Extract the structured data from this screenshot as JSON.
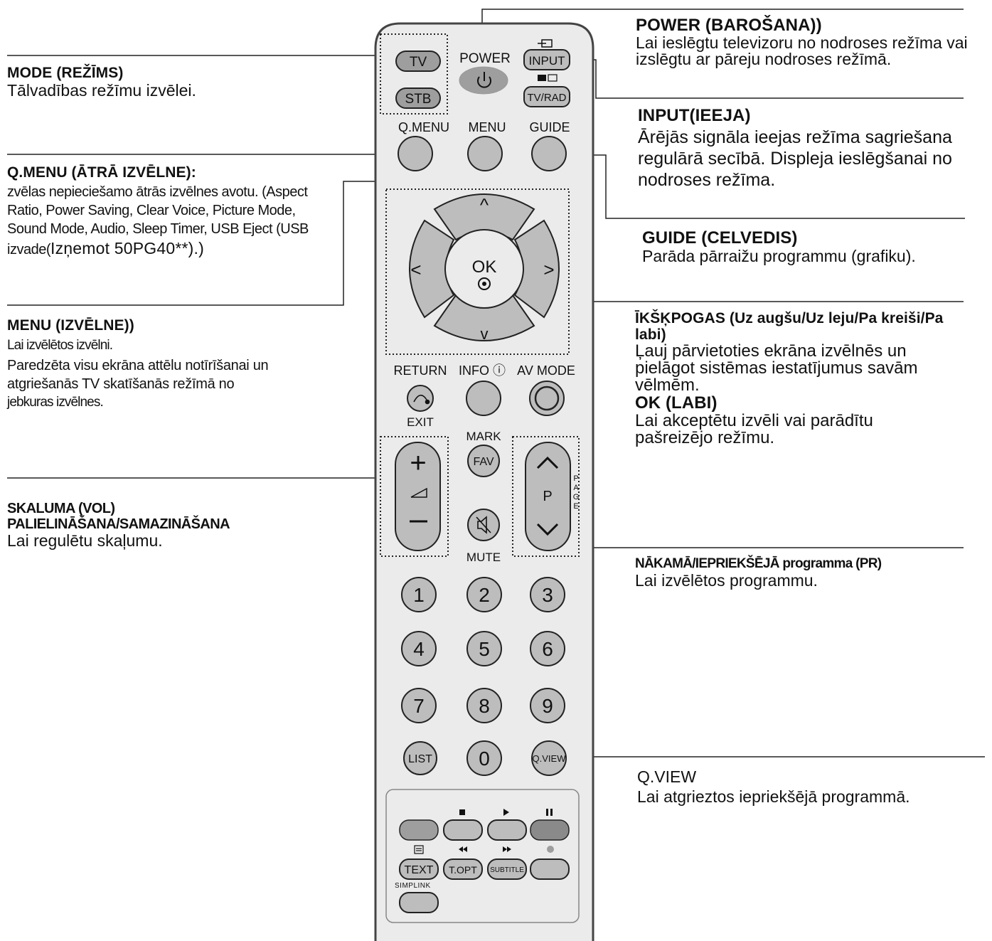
{
  "callouts": {
    "power": {
      "title": "POWER (BAROŠANA))",
      "desc": "Lai ieslēgtu televizoru no nodroses režīma vai izslēgtu ar pāreju nodroses režīmā."
    },
    "mode": {
      "title": "MODE (REŽĪMS)",
      "desc": "Tālvadības režīmu izvēlei."
    },
    "input": {
      "title": "INPUT(IEEJA)",
      "desc": "Ārējās signāla ieejas režīma sagriešana regulārā secībā. Displeja ieslēgšanai no nodroses režīma."
    },
    "qmenu": {
      "title": "Q.MENU (ĀTRĀ IZVĒLNE):",
      "desc": "zvēlas nepieciešamo ātrās izvēlnes avotu. (Aspect Ratio, Power Saving, Clear Voice, Picture Mode, Sound Mode, Audio, Sleep Timer, USB Eject (USB izvade(",
      "desc_tail": "Izņemot 50PG40**).)"
    },
    "guide": {
      "title": "GUIDE (CELVEDIS)",
      "desc": "Parāda pārraižu programmu (grafiku)."
    },
    "menu": {
      "title": "MENU (IZVĒLNE))",
      "desc1": "Lai izvēlētos izvēlni.",
      "desc2": "Paredzēta visu ekrāna attēlu notīrīšanai un atgriešanās TV skatīšanās režīmā no",
      "desc3": "jebkuras izvēlnes."
    },
    "arrows": {
      "title": "ĪKŠĶPOGAS (Uz augšu/Uz leju/Pa kreiši/Pa labi)",
      "desc": "Ļauj pārvietoties ekrāna izvēlnēs un pielāgot sistēmas iestatījumus savām vēlmēm.",
      "ok_title": "OK (LABI)",
      "ok_desc": "Lai akceptētu izvēli vai parādītu pašreizējo režīmu."
    },
    "volume": {
      "title1": "SKALUMA (VOL)",
      "title2": "PALIELINĀŠANA/SAMAZINĀŠANA",
      "desc": "Lai regulētu skaļumu."
    },
    "program": {
      "title": "NĀKAMĀ/IEPRIEKŠĒJĀ programma (PR)",
      "desc": "Lai izvēlētos programmu."
    },
    "qview": {
      "title": "Q.VIEW",
      "desc": "Lai atgrieztos iepriekšējā programmā."
    }
  },
  "remote": {
    "tv": "TV",
    "stb": "STB",
    "power": "POWER",
    "input": "INPUT",
    "tvrad": "TV/RAD",
    "qmenu": "Q.MENU",
    "menu": "MENU",
    "guide": "GUIDE",
    "ok": "OK",
    "up": "^",
    "down": "v",
    "left": "<",
    "right": ">",
    "return": "RETURN",
    "exit": "EXIT",
    "info": "INFO ⓘ",
    "avmode": "AV MODE",
    "mark": "MARK",
    "fav": "FAV",
    "mute": "MUTE",
    "p": "P",
    "page": [
      "P",
      "A",
      "G",
      "E"
    ],
    "digits": [
      "1",
      "2",
      "3",
      "4",
      "5",
      "6",
      "7",
      "8",
      "9"
    ],
    "list": "LIST",
    "zero": "0",
    "qview": "Q.VIEW",
    "text": "TEXT",
    "topt": "T.OPT",
    "subtitle": "SUBTITLE",
    "simplink": "SIMPLINK"
  }
}
